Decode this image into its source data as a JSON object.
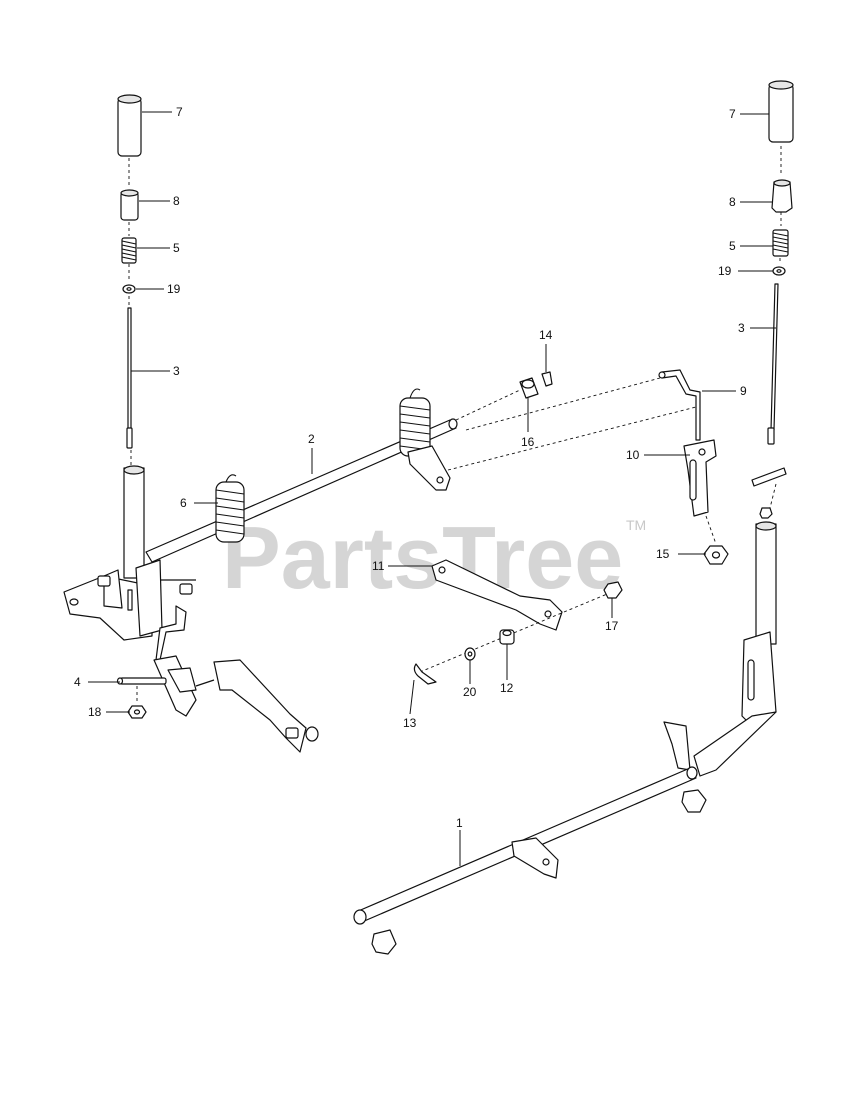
{
  "watermark": {
    "text": "PartsTree",
    "trademark": "TM"
  },
  "callouts": [
    {
      "id": "c7a",
      "label": "7"
    },
    {
      "id": "c8a",
      "label": "8"
    },
    {
      "id": "c5a",
      "label": "5"
    },
    {
      "id": "c19a",
      "label": "19"
    },
    {
      "id": "c3a",
      "label": "3"
    },
    {
      "id": "c2",
      "label": "2"
    },
    {
      "id": "c6",
      "label": "6"
    },
    {
      "id": "c4",
      "label": "4"
    },
    {
      "id": "c18",
      "label": "18"
    },
    {
      "id": "c14",
      "label": "14"
    },
    {
      "id": "c16",
      "label": "16"
    },
    {
      "id": "c9",
      "label": "9"
    },
    {
      "id": "c10",
      "label": "10"
    },
    {
      "id": "c15",
      "label": "15"
    },
    {
      "id": "c11",
      "label": "11"
    },
    {
      "id": "c17",
      "label": "17"
    },
    {
      "id": "c20",
      "label": "20"
    },
    {
      "id": "c12",
      "label": "12"
    },
    {
      "id": "c13",
      "label": "13"
    },
    {
      "id": "c1",
      "label": "1"
    },
    {
      "id": "c7b",
      "label": "7"
    },
    {
      "id": "c8b",
      "label": "8"
    },
    {
      "id": "c5b",
      "label": "5"
    },
    {
      "id": "c19b",
      "label": "19"
    },
    {
      "id": "c3b",
      "label": "3"
    }
  ]
}
